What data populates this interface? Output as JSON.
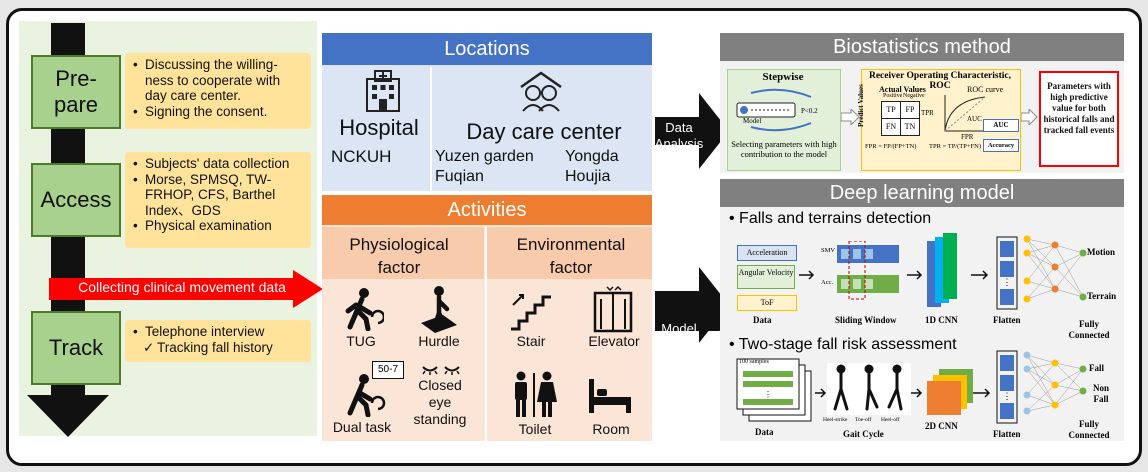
{
  "stages": [
    {
      "name": "Pre-\npare",
      "notes": [
        "Discussing the willing-ness to cooperate with day care center.",
        "Signing the consent."
      ]
    },
    {
      "name": "Access",
      "notes": [
        "Subjects' data collection",
        "Morse, SPMSQ, TW-FRHOP, CFS, Barthel Index、GDS",
        "Physical examination"
      ]
    },
    {
      "name": "Track",
      "notes": [
        "Telephone interview",
        "Tracking fall history"
      ]
    }
  ],
  "collecting_label": "Collecting clinical movement data",
  "locations": {
    "title": "Locations",
    "hospital": {
      "title": "Hospital",
      "name": "NCKUH"
    },
    "daycare": {
      "title": "Day care center",
      "sites": [
        "Yuzen garden",
        "Yongda",
        "Fuqian",
        "Houjia"
      ]
    }
  },
  "activities": {
    "title": "Activities",
    "physio_title": "Physiological factor",
    "env_title": "Environmental factor",
    "physio_items": [
      "TUG",
      "Hurdle",
      "Dual task",
      "Closed eye standing"
    ],
    "env_items": [
      "Stair",
      "Elevator",
      "Toilet",
      "Room"
    ],
    "dual_task_sign": "50-7"
  },
  "arrows": {
    "data_analysis": "Data Analysis",
    "model_building": "Model Building"
  },
  "biostat": {
    "title": "Biostatistics method",
    "stepwise_title": "Stepwise",
    "stepwise_caption": "Selecting parameters with high contribution to the model",
    "model_label": "Model",
    "p_label": "P<0.2",
    "roc_title": "Receiver Operating Characteristic, ROC",
    "actual_values": "Actual Values",
    "positive": "Positive",
    "negative": "Negative",
    "predict_values": "Predict Values",
    "cm": [
      "TP",
      "FP",
      "FN",
      "TN"
    ],
    "fpr_formula": "FPR = FP/(FP+TN)",
    "tpr_formula": "TPR = TP/(TP+FN)",
    "roc_curve": "ROC curve",
    "tpr": "TPR",
    "fpr": "FPR",
    "auc": "AUC",
    "accuracy": "Accuracy",
    "result": "Parameters with high predictive value for both historical falls and tracked fall events"
  },
  "deep": {
    "title": "Deep learning model",
    "falls_title": "Falls and terrains detection",
    "data_items": [
      "Acceleration",
      "Angular Velocity",
      "ToF"
    ],
    "smv": "SMV",
    "acc": "Acc.",
    "sliding": "Sliding Window",
    "cnn1d": "1D CNN",
    "flatten": "Flatten",
    "fully": "Fully Connected",
    "motion": "Motion",
    "terrain": "Terrain",
    "data": "Data",
    "two_stage_title": "Two-stage fall risk assessment",
    "samples": "100 samples",
    "gait": "Gait Cycle",
    "gait_labels": [
      "Heel-strike",
      "Toe-off",
      "Heel-off"
    ],
    "cnn2d": "2D CNN",
    "fall": "Fall",
    "nonfall": "Non Fall"
  },
  "colors": {
    "locations": "#4472c4",
    "activities": "#ed7d31",
    "stage": "#a9d18e",
    "note": "#ffe39a",
    "gray": "#808080"
  }
}
